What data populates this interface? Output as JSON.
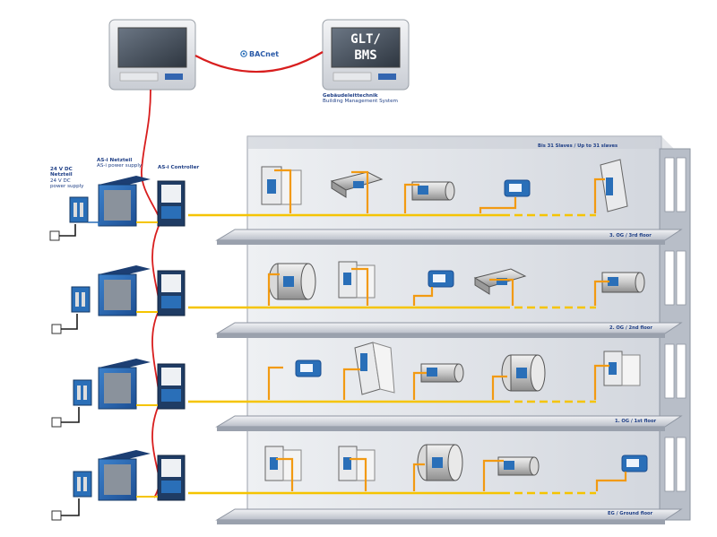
{
  "bms": {
    "screen_line1": "GLT/",
    "screen_line2": "BMS",
    "caption_de": "Gebäudeleittechnik",
    "caption_en": "Building Management System",
    "protocol": "BACnet"
  },
  "power_supply_24v": {
    "line1": "24 V DC",
    "line2": "Netzteil",
    "line3": "24 V DC",
    "line4": "power supply"
  },
  "asi_power_supply": {
    "line1": "AS-i Netzteil",
    "line2": "AS-i power supply"
  },
  "asi_controller": {
    "label": "AS-i Controller"
  },
  "slaves_note": "Bis 31 Slaves / Up to 31 slaves",
  "floors": [
    {
      "label": "3. OG / 3rd floor"
    },
    {
      "label": "2. OG / 2nd floor"
    },
    {
      "label": "1. OG / 1st floor"
    },
    {
      "label": "EG / Ground floor"
    }
  ],
  "colors": {
    "bus": "#f5c400",
    "bacnet_cable": "#d81e1e",
    "accent_blue": "#2a6fb8",
    "orange_cable": "#f29a12",
    "building": "#dde0e6"
  }
}
